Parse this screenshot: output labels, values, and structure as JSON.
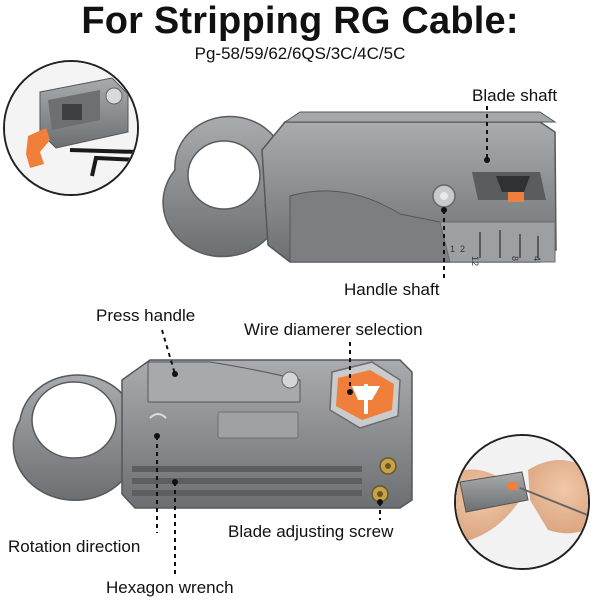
{
  "heading": {
    "title": "For Stripping RG Cable:",
    "subtitle": "Pg-58/59/62/6QS/3C/4C/5C"
  },
  "labels": {
    "blade_shaft": "Blade shaft",
    "handle_shaft": "Handle shaft",
    "press_handle": "Press handle",
    "wire_selection": "Wire diamerer selection",
    "blade_screw": "Blade adjusting screw",
    "rotation": "Rotation direction",
    "hex_wrench": "Hexagon wrench"
  },
  "scale_marks": {
    "top": [
      "12",
      "8",
      "4"
    ],
    "side": [
      "1",
      "2"
    ]
  },
  "colors": {
    "tool_gray": "#8a8d90",
    "tool_dark": "#5f6265",
    "accent_orange": "#f07f3c",
    "brass": "#c8a24a"
  }
}
